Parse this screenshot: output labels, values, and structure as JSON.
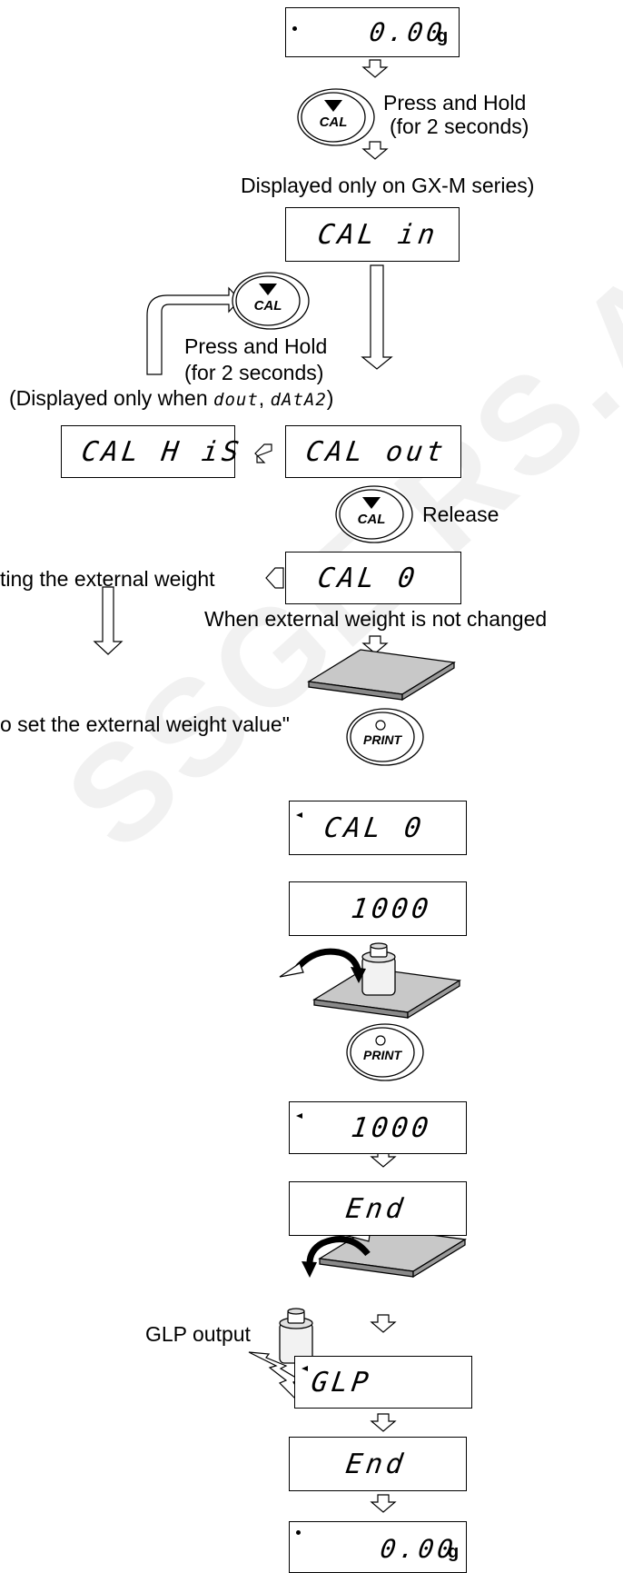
{
  "watermark": "SSGE.RS.AS",
  "displays": {
    "zero_start": "0.00",
    "zero_start_unit": "g",
    "cal_in": "CAL in",
    "cal_his": "CAL H iS",
    "cal_out": "CAL out",
    "cal_0": "CAL 0",
    "cal_0_stable": "CAL 0",
    "weight_value": "1000",
    "weight_value_stable": "1000",
    "end_1": "End",
    "glp": "GLP",
    "end_2": "End",
    "zero_final": "0.00",
    "zero_final_unit": "g"
  },
  "buttons": {
    "cal_label": "CAL",
    "print_label": "PRINT"
  },
  "labels": {
    "press_hold_1": "Press and Hold",
    "for_2_seconds_1": "(for 2 seconds)",
    "gxm_note": "Displayed only on GX-M series)",
    "press_hold_2": "Press and Hold",
    "for_2_seconds_2": "(for 2 seconds)",
    "displayed_only_when_prefix": "(Displayed only when ",
    "dout_code": "dout",
    "comma": ",",
    "data2_code": "dAtA2",
    "displayed_only_when_suffix": ")",
    "release": "Release",
    "changing_weight": "ting the external weight",
    "not_changed": "When external weight is not changed",
    "set_weight_value": "o set the external weight value\"",
    "glp_output": "GLP output"
  }
}
